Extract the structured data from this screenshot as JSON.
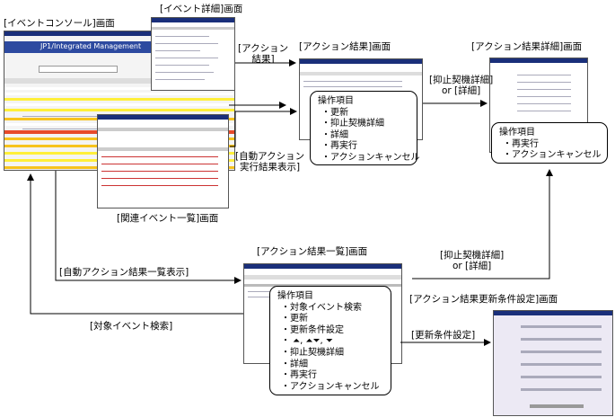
{
  "labels": {
    "event_console": "[イベントコンソール]画面",
    "event_detail": "[イベント詳細]画面",
    "action_result_trigger": "[アクション\n結果]",
    "action_result": "[アクション結果]画面",
    "action_result_detail": "[アクション結果詳細]画面",
    "suppress_detail_or_detail_1": "[抑止契機詳細]\nor [詳細]",
    "auto_action_exec_result": "[自動アクション\n実行結果表示]",
    "related_event_list": "[関連イベント一覧]画面",
    "action_result_list": "[アクション結果一覧]画面",
    "auto_action_result_list": "[自動アクション結果一覧表示]",
    "suppress_detail_or_detail_2": "[抑止契機詳細]\nor [詳細]",
    "action_update_condition": "[アクション結果更新条件設定]画面",
    "target_event_search": "[対象イベント検索]",
    "update_condition_setting": "[更新条件設定]"
  },
  "bubbles": {
    "action_result_ops": {
      "title": "操作項目",
      "items": [
        "・更新",
        "・抑止契機詳細",
        "・詳細",
        "・再実行",
        "・アクションキャンセル"
      ]
    },
    "action_detail_ops": {
      "title": "操作項目",
      "items": [
        "・再実行",
        "・アクションキャンセル"
      ]
    },
    "action_list_ops": {
      "title": "操作項目",
      "items": [
        "・対象イベント検索",
        "・更新",
        "・更新条件設定",
        "・ ⏶, ⏶⏷, ⏷",
        "・抑止契機詳細",
        "・詳細",
        "・再実行",
        "・アクションキャンセル"
      ]
    }
  },
  "screens": {
    "console_title": "JP1/Integrated Management"
  }
}
